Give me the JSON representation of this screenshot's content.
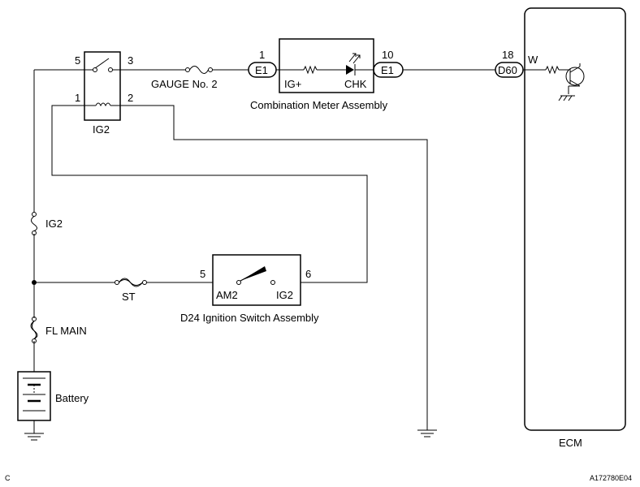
{
  "relay": {
    "name": "IG2",
    "pins": {
      "p5": "5",
      "p3": "3",
      "p1": "1",
      "p2": "2"
    }
  },
  "fuses": {
    "gauge": "GAUGE No. 2",
    "ig2": "IG2",
    "st": "ST",
    "fl_main": "FL MAIN"
  },
  "meter": {
    "title": "Combination Meter Assembly",
    "pin_in": "1",
    "pin_out": "10",
    "conn_in": "E1",
    "conn_out": "E1",
    "term_in": "IG+",
    "term_out": "CHK"
  },
  "ecm": {
    "title": "ECM",
    "pin": "18",
    "conn": "D60",
    "wire": "W"
  },
  "switch": {
    "title": "D24 Ignition Switch Assembly",
    "pin_in": "5",
    "pin_out": "6",
    "term_in": "AM2",
    "term_out": "IG2"
  },
  "battery": {
    "label": "Battery"
  },
  "footer": {
    "left": "C",
    "right": "A172780E04"
  }
}
